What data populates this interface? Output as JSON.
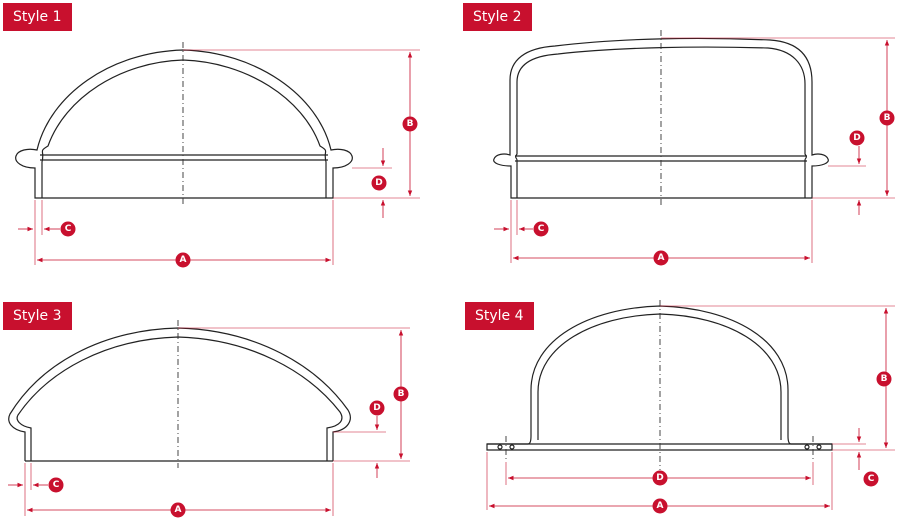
{
  "styles": [
    {
      "title": "Style  1"
    },
    {
      "title": "Style  2"
    },
    {
      "title": "Style  3"
    },
    {
      "title": "Style  4"
    }
  ],
  "dimensions": {
    "a": "A",
    "b": "B",
    "c": "C",
    "d": "D"
  },
  "accent_color": "#c8102e"
}
